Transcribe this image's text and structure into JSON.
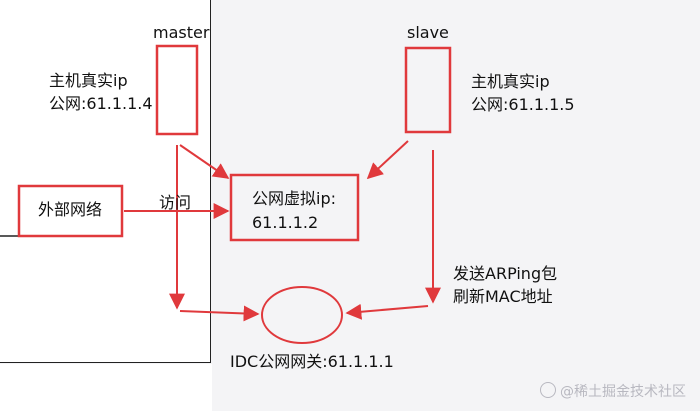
{
  "nodes": {
    "master": {
      "title": "master",
      "line1": "主机真实ip",
      "line2": "公网:61.1.1.4"
    },
    "slave": {
      "title": "slave",
      "line1": "主机真实ip",
      "line2": "公网:61.1.1.5"
    },
    "external": {
      "label": "外部网络"
    },
    "vip": {
      "line1": "公网虚拟ip:",
      "line2": "61.1.1.2"
    },
    "gateway": {
      "label": "IDC公网网关:61.1.1.1"
    }
  },
  "edges": {
    "access": {
      "label": "访问"
    },
    "arp": {
      "line1": "发送ARPing包",
      "line2": "刷新MAC地址"
    }
  },
  "watermark": {
    "text": "@稀土掘金技术社区"
  },
  "colors": {
    "accent": "#e0393c",
    "box": "#e0393c",
    "line": "#222222"
  }
}
